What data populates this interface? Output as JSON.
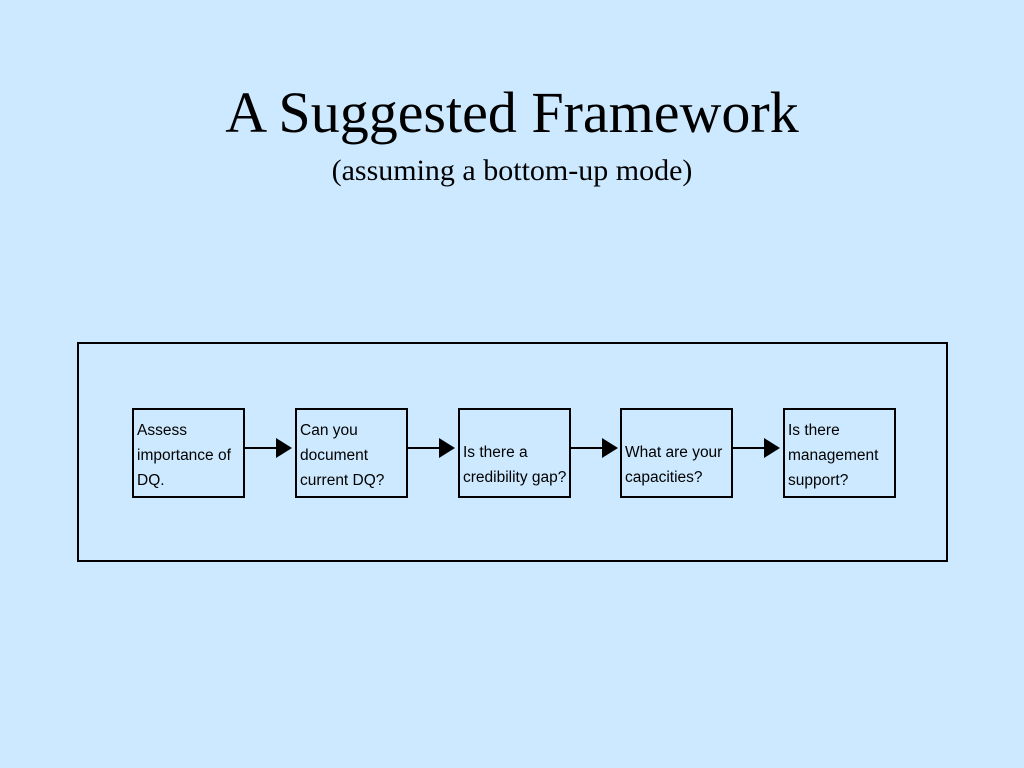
{
  "title": "A Suggested Framework",
  "subtitle": "(assuming a bottom-up mode)",
  "steps": [
    {
      "lines": [
        "Assess",
        "importance of",
        "DQ."
      ]
    },
    {
      "lines": [
        "Can you",
        "document",
        "current DQ?"
      ]
    },
    {
      "lines": [
        "Is there a",
        "credibility gap?"
      ]
    },
    {
      "lines": [
        "What are your",
        "capacities?"
      ]
    },
    {
      "lines": [
        "Is there",
        "management",
        "support?"
      ]
    }
  ],
  "colors": {
    "background": "#cce9ff",
    "stroke": "#000000"
  }
}
